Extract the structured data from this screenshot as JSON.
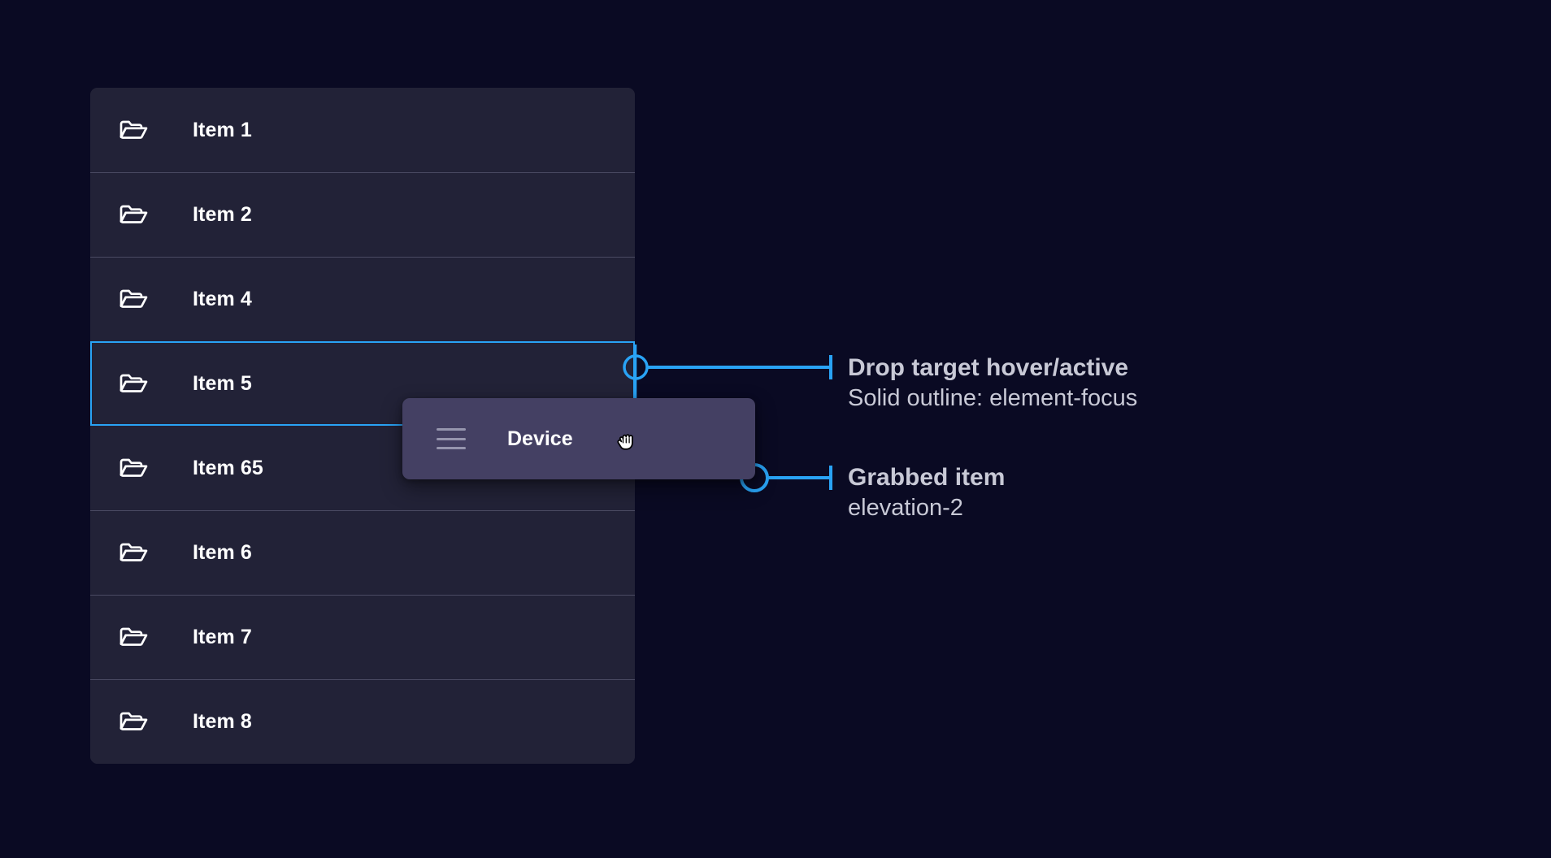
{
  "page": {
    "background_color": "#0a0a23",
    "accent_color": "#29a3f5"
  },
  "list_panel": {
    "name": "folder-list",
    "background_color": "#222237",
    "divider_color": "#4a4a63",
    "icon_name": "folder-open-icon",
    "items": [
      {
        "label": "Item 1",
        "state": "default"
      },
      {
        "label": "Item 2",
        "state": "default"
      },
      {
        "label": "Item 4",
        "state": "default"
      },
      {
        "label": "Item 5",
        "state": "drop-target-hover-active"
      },
      {
        "label": "Item 65",
        "state": "default"
      },
      {
        "label": "Item 6",
        "state": "default"
      },
      {
        "label": "Item 7",
        "state": "default"
      },
      {
        "label": "Item 8",
        "state": "default"
      }
    ]
  },
  "grabbed_chip": {
    "label": "Device",
    "handle_icon": "hamburger-drag-handle-icon",
    "background_color": "#444063",
    "cursor_icon": "grabbing-hand-cursor"
  },
  "annotations": [
    {
      "id": "drop-target",
      "title": "Drop target hover/active",
      "subtitle": "Solid outline: element-focus"
    },
    {
      "id": "grabbed",
      "title": "Grabbed item",
      "subtitle": "elevation-2"
    }
  ]
}
